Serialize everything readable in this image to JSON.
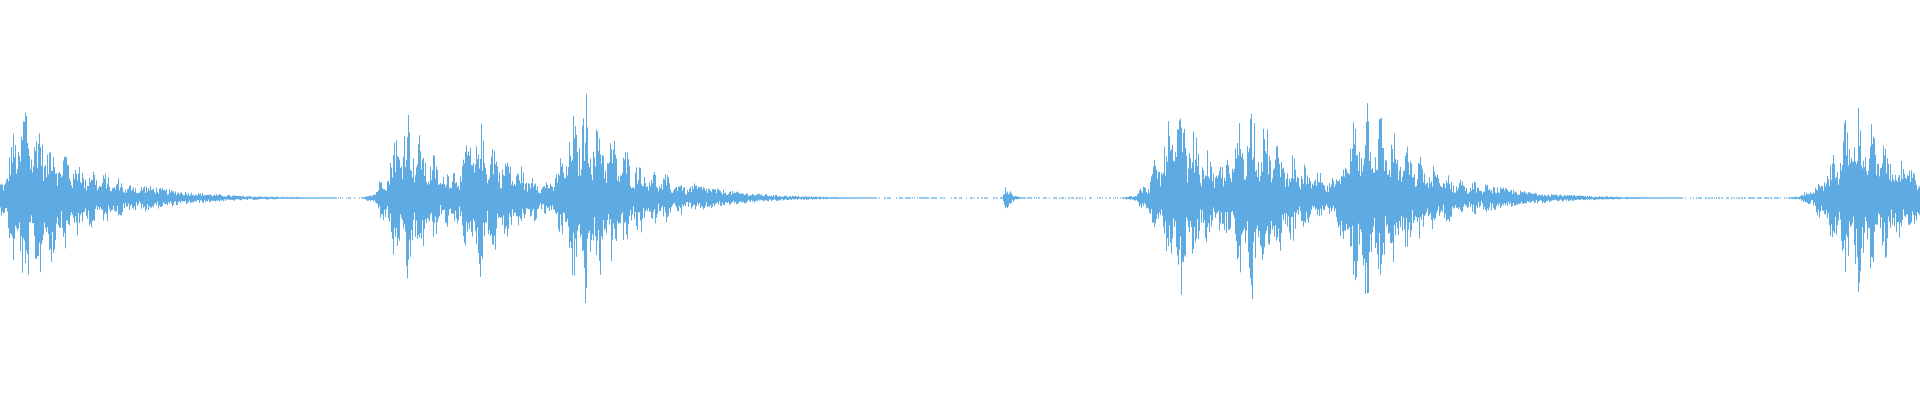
{
  "waveform": {
    "color": "#5eaae2",
    "background": "#ffffff",
    "baseline_amplitude": 0.004,
    "bursts": [
      {
        "center": 0.013,
        "amplitude": 0.97,
        "attack": 0.007,
        "decay": 0.03,
        "lobes": 3
      },
      {
        "center": 0.212,
        "amplitude": 0.88,
        "attack": 0.008,
        "decay": 0.018,
        "lobes": 3
      },
      {
        "center": 0.25,
        "amplitude": 0.73,
        "attack": 0.01,
        "decay": 0.025,
        "lobes": 3
      },
      {
        "center": 0.305,
        "amplitude": 0.99,
        "attack": 0.01,
        "decay": 0.028,
        "lobes": 3
      },
      {
        "center": 0.524,
        "amplitude": 0.12,
        "attack": 0.001,
        "decay": 0.003,
        "lobes": 1
      },
      {
        "center": 0.615,
        "amplitude": 0.92,
        "attack": 0.01,
        "decay": 0.02,
        "lobes": 3
      },
      {
        "center": 0.652,
        "amplitude": 0.93,
        "attack": 0.01,
        "decay": 0.026,
        "lobes": 3
      },
      {
        "center": 0.712,
        "amplitude": 1.0,
        "attack": 0.01,
        "decay": 0.03,
        "lobes": 3
      },
      {
        "center": 0.743,
        "amplitude": 0.16,
        "attack": 0.003,
        "decay": 0.008,
        "lobes": 1
      },
      {
        "center": 0.968,
        "amplitude": 0.88,
        "attack": 0.012,
        "decay": 0.03,
        "lobes": 3
      }
    ]
  }
}
